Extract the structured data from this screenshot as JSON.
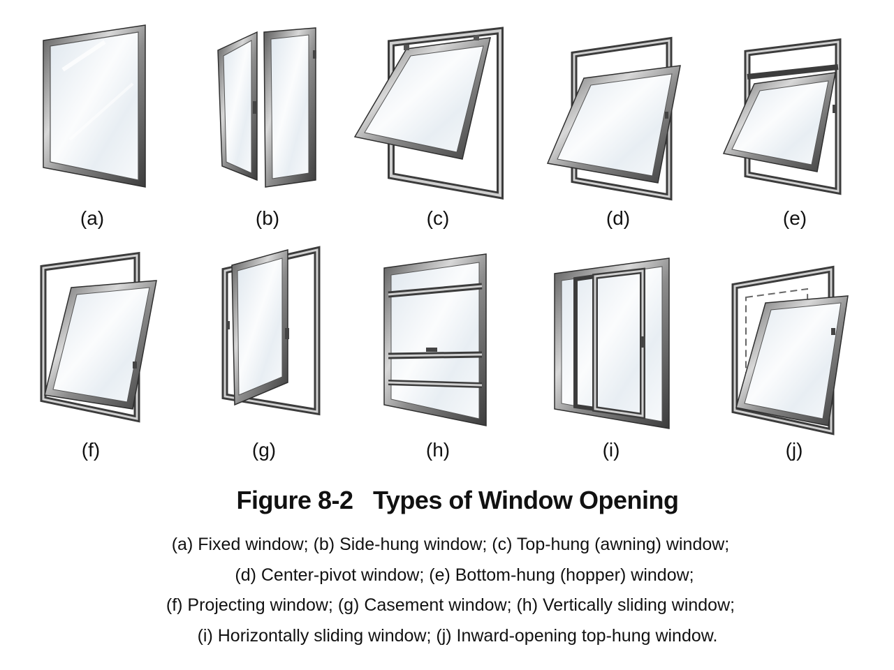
{
  "panels": [
    {
      "id": "a",
      "label": "(a)"
    },
    {
      "id": "b",
      "label": "(b)"
    },
    {
      "id": "c",
      "label": "(c)"
    },
    {
      "id": "d",
      "label": "(d)"
    },
    {
      "id": "e",
      "label": "(e)"
    },
    {
      "id": "f",
      "label": "(f)"
    },
    {
      "id": "g",
      "label": "(g)"
    },
    {
      "id": "h",
      "label": "(h)"
    },
    {
      "id": "i",
      "label": "(i)"
    },
    {
      "id": "j",
      "label": "(j)"
    }
  ],
  "figure": {
    "title": "Figure 8-2   Types of Window Opening",
    "caption_lines": [
      "(a) Fixed window; (b) Side-hung window; (c) Top-hung (awning) window;",
      "(d) Center-pivot window; (e) Bottom-hung (hopper) window;",
      "(f) Projecting window; (g) Casement window; (h) Vertically sliding window;",
      "(i) Horizontally sliding window; (j) Inward-opening top-hung window."
    ]
  },
  "colors": {
    "frame_dark": "#3a3a3a",
    "frame_mid": "#8a8a8a",
    "frame_light": "#e6e6e6",
    "glass": "#eef3f7"
  }
}
